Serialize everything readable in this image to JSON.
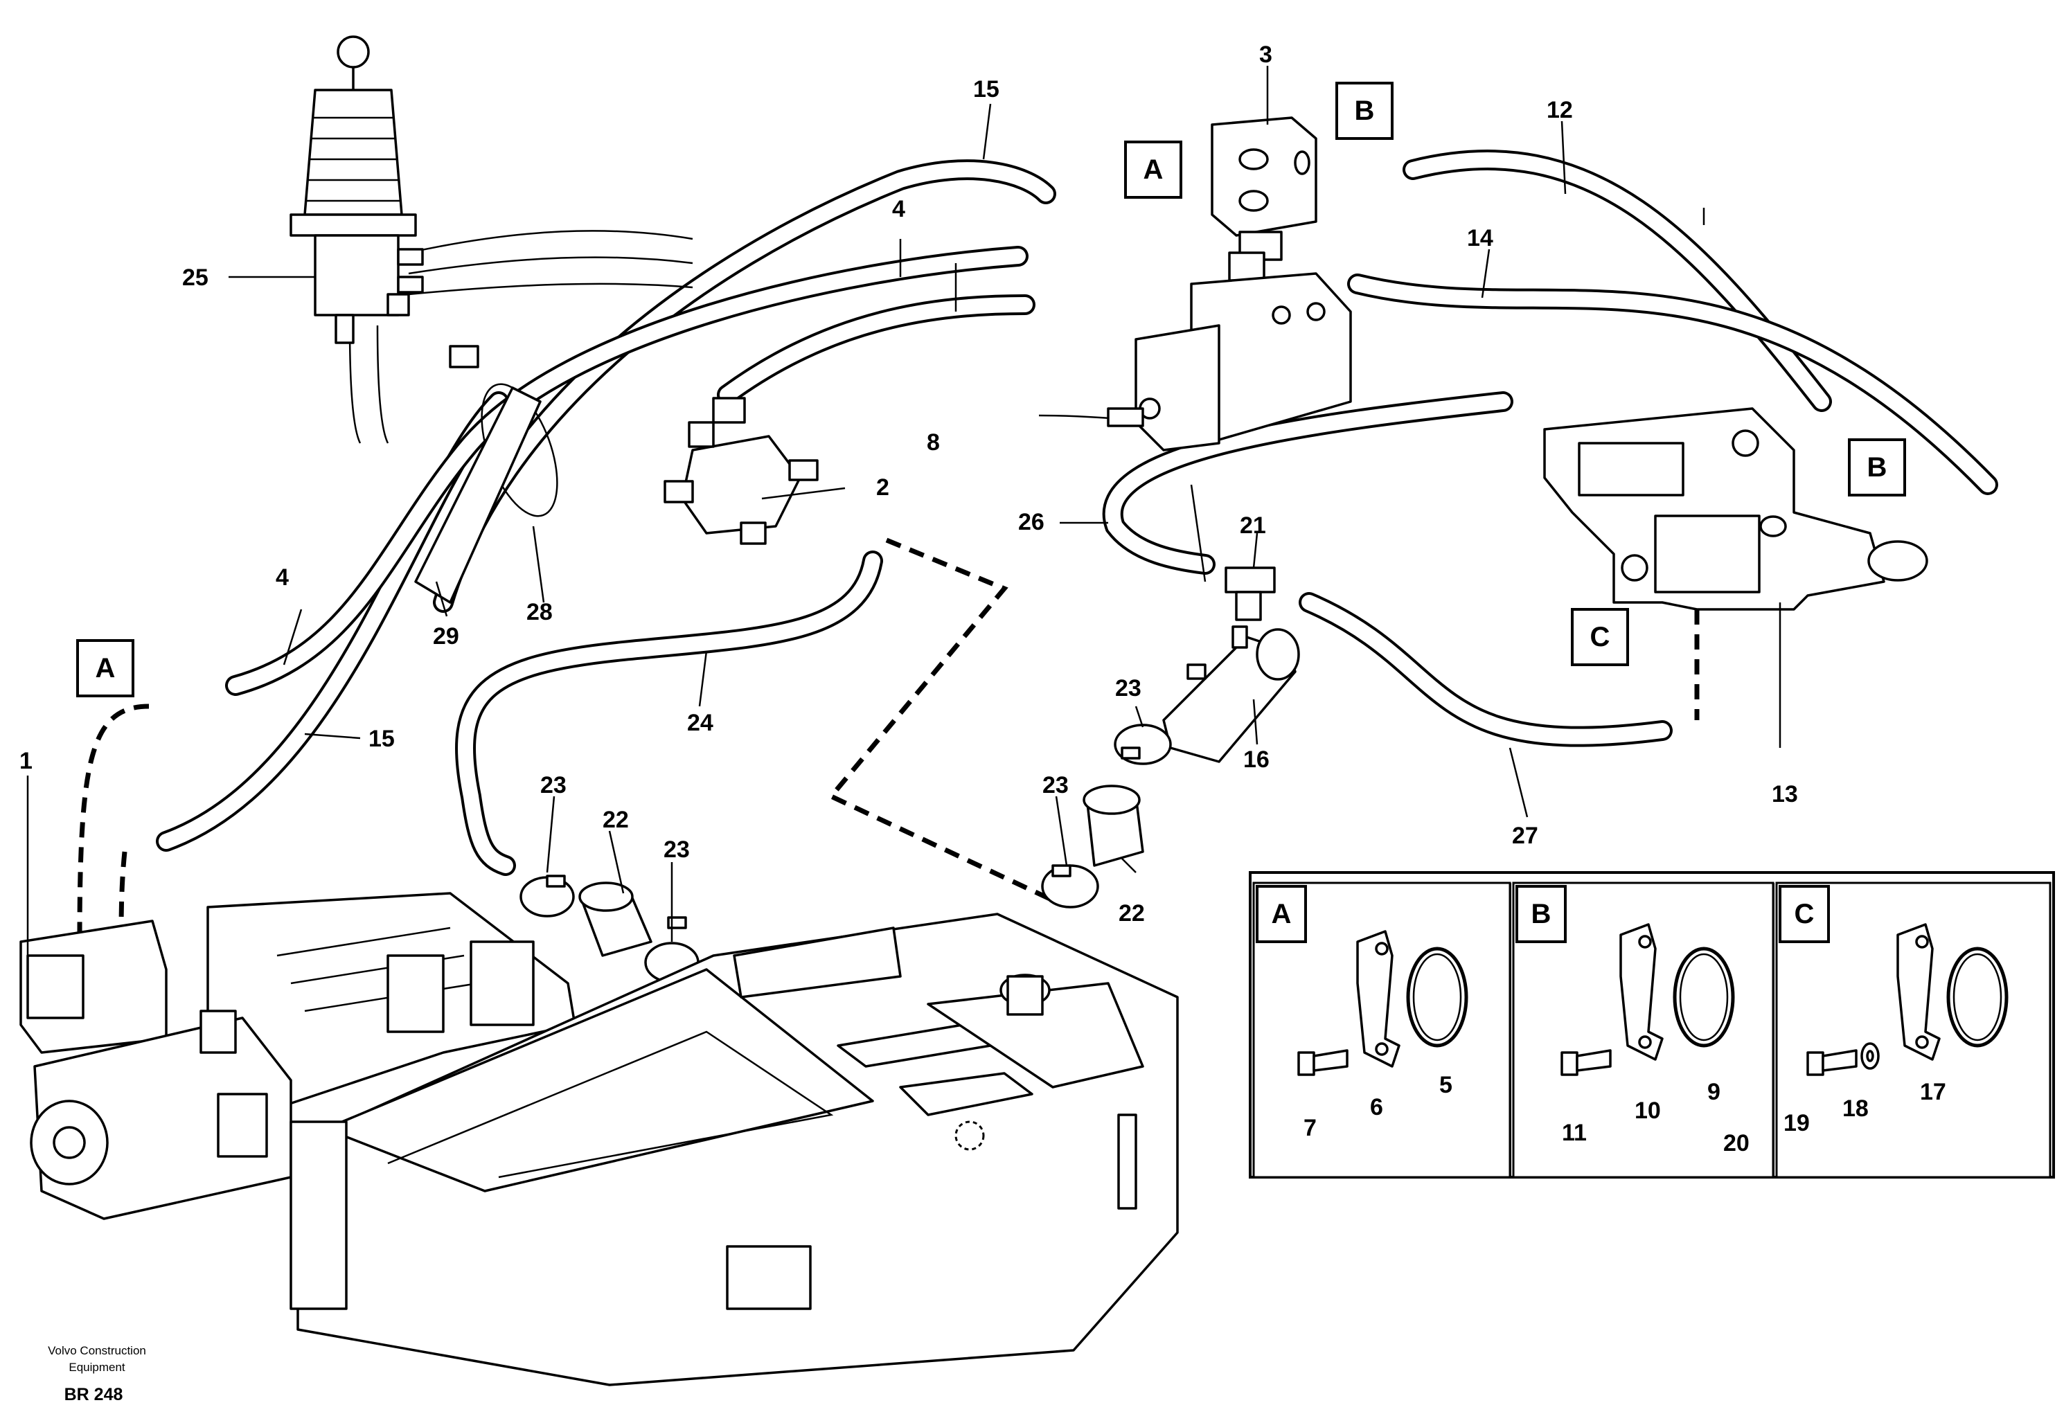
{
  "callouts": {
    "c1": "1",
    "c2": "2",
    "c3": "3",
    "c4a": "4",
    "c4b": "4",
    "c5": "5",
    "c6": "6",
    "c7": "7",
    "c8": "8",
    "c9": "9",
    "c10": "10",
    "c11": "11",
    "c12": "12",
    "c13": "13",
    "c14": "14",
    "c15a": "15",
    "c15b": "15",
    "c16": "16",
    "c17": "17",
    "c18": "18",
    "c19": "19",
    "c20": "20",
    "c21": "21",
    "c22a": "22",
    "c22b": "22",
    "c23a": "23",
    "c23b": "23",
    "c23c": "23",
    "c23d": "23",
    "c24": "24",
    "c25": "25",
    "c26": "26",
    "c27": "27",
    "c28": "28",
    "c29": "29"
  },
  "connection_marks": {
    "a_top": "A",
    "a_left": "A",
    "b_top": "B",
    "b_right": "B",
    "c_mid": "C"
  },
  "detail_panels": {
    "a": "A",
    "b": "B",
    "c": "C"
  },
  "footer": {
    "company_line1": "Volvo Construction",
    "company_line2": "Equipment",
    "drawing_code": "BR 248"
  }
}
